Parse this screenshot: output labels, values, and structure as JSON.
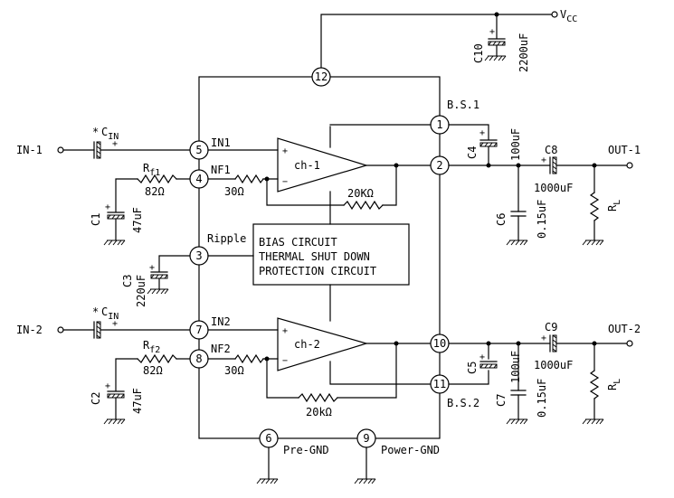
{
  "supply": {
    "vcc": "V",
    "vcc_sub": "CC"
  },
  "pins": {
    "p1": "1",
    "p2": "2",
    "p3": "3",
    "p4": "4",
    "p5": "5",
    "p6": "6",
    "p7": "7",
    "p8": "8",
    "p9": "9",
    "p10": "10",
    "p11": "11",
    "p12": "12"
  },
  "pin_labels": {
    "in1": "IN1",
    "nf1": "NF1",
    "ripple": "Ripple",
    "in2": "IN2",
    "nf2": "NF2",
    "bs1": "B.S.1",
    "bs2": "B.S.2",
    "pre_gnd": "Pre-GND",
    "power_gnd": "Power-GND"
  },
  "amplifiers": {
    "ch1": "ch-1",
    "ch2": "ch-2"
  },
  "center_block": {
    "line1": "BIAS CIRCUIT",
    "line2": "THERMAL SHUT DOWN",
    "line3": "PROTECTION CIRCUIT"
  },
  "io": {
    "in1": "IN-1",
    "in2": "IN-2",
    "out1": "OUT-1",
    "out2": "OUT-2"
  },
  "components": {
    "cin_star": "*",
    "cin1": "C",
    "cin1_sub": "IN",
    "cin2": "C",
    "cin2_sub": "IN",
    "rf1": "R",
    "rf1_sub": "f1",
    "rf1_val": "82Ω",
    "rf2": "R",
    "rf2_sub": "f2",
    "rf2_val": "82Ω",
    "r30_1": "30Ω",
    "r30_2": "30Ω",
    "r20k_1": "20KΩ",
    "r20k_2": "20kΩ",
    "c1": "C1",
    "c1_val": "47uF",
    "c2": "C2",
    "c2_val": "47uF",
    "c3": "C3",
    "c3_val": "220uF",
    "c4": "C4",
    "c4_val": "100uF",
    "c5": "C5",
    "c5_val": "100uF",
    "c6": "C6",
    "c6_val": "0.15uF",
    "c7": "C7",
    "c7_val": "0.15uF",
    "c8": "C8",
    "c8_val": "1000uF",
    "c9": "C9",
    "c9_val": "1000uF",
    "c10": "C10",
    "c10_val": "2200uF",
    "rl1": "R",
    "rl1_sub": "L",
    "rl2": "R",
    "rl2_sub": "L",
    "plus": "+"
  }
}
